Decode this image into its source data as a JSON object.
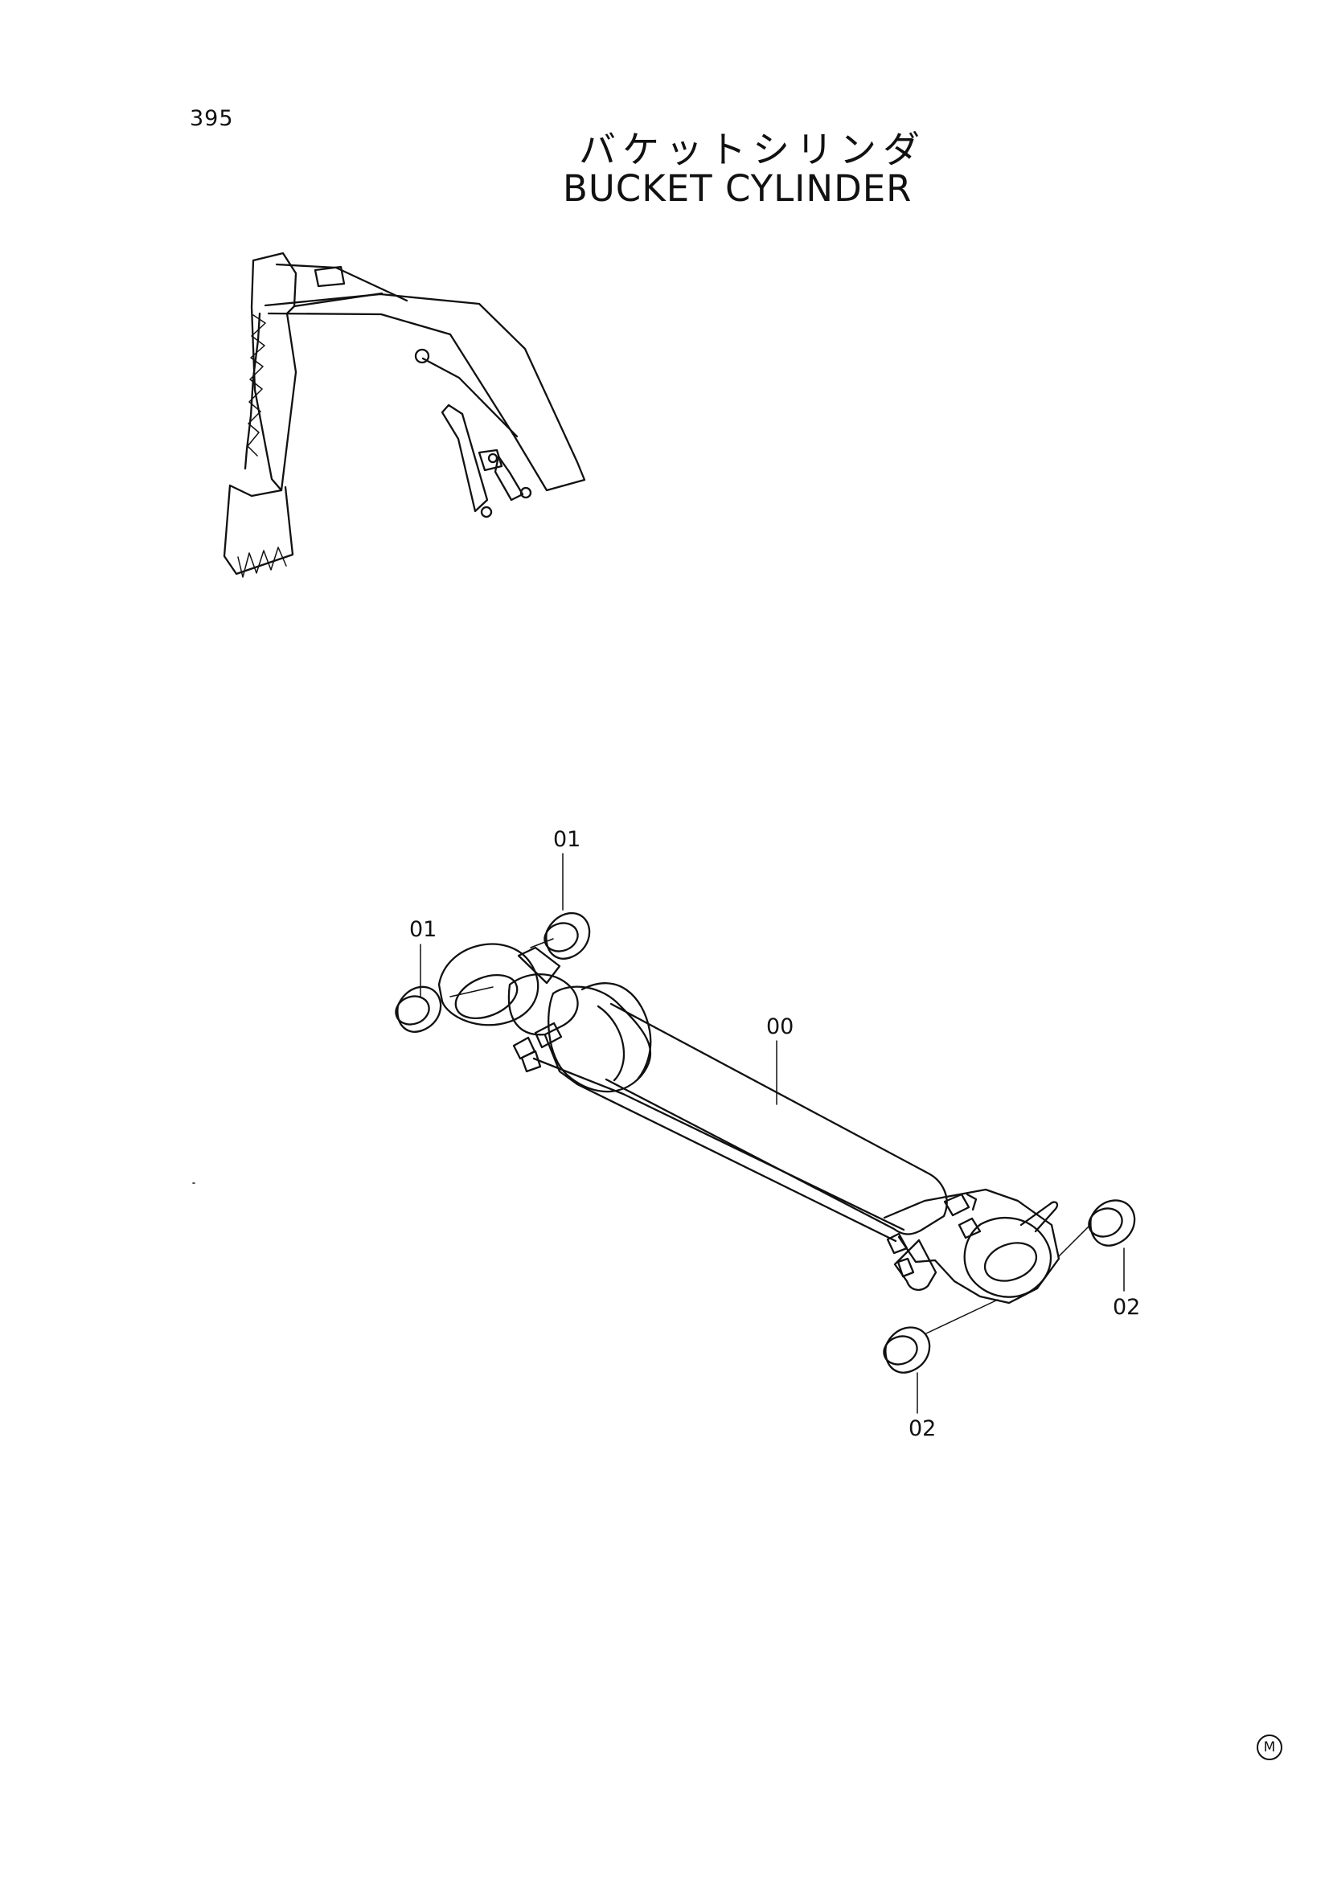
{
  "page": {
    "number": "395",
    "title_japanese": "バケットシリンダ",
    "title_english": "BUCKET CYLINDER",
    "mark": "M"
  },
  "callouts": [
    {
      "label": "01"
    },
    {
      "label": "01"
    },
    {
      "label": "00"
    },
    {
      "label": "02"
    },
    {
      "label": "02"
    }
  ]
}
